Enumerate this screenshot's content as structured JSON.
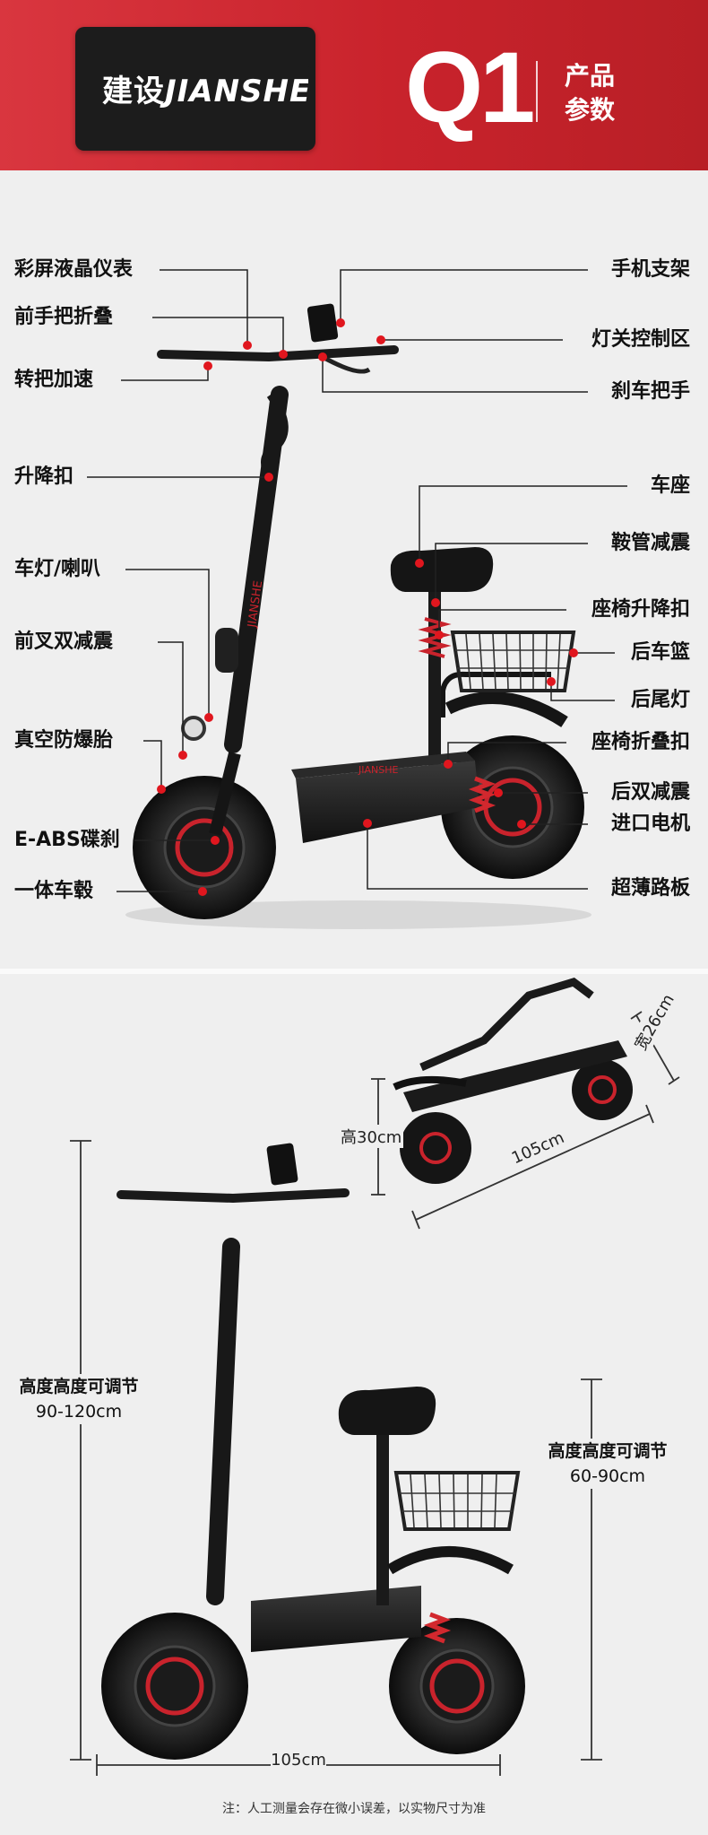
{
  "header": {
    "brand_cn": "建设",
    "brand_en": "JIANSHE",
    "model": "Q1",
    "params_line1": "产品",
    "params_line2": "参数"
  },
  "callouts_left": [
    {
      "id": "lcd",
      "label": "彩屏液晶仪表"
    },
    {
      "id": "fold_handle",
      "label": "前手把折叠"
    },
    {
      "id": "throttle",
      "label": "转把加速"
    },
    {
      "id": "lift_clamp",
      "label": "升降扣"
    },
    {
      "id": "headlight",
      "label": "车灯/喇叭"
    },
    {
      "id": "front_shock",
      "label": "前叉双减震"
    },
    {
      "id": "tire",
      "label": "真空防爆胎"
    },
    {
      "id": "eabs",
      "label": "E-ABS碟刹"
    },
    {
      "id": "hub",
      "label": "一体车毂"
    }
  ],
  "callouts_right": [
    {
      "id": "phone_holder",
      "label": "手机支架"
    },
    {
      "id": "light_switch",
      "label": "灯关控制区"
    },
    {
      "id": "brake_lever",
      "label": "刹车把手"
    },
    {
      "id": "seat",
      "label": "车座"
    },
    {
      "id": "seatpost_shock",
      "label": "鞍管减震"
    },
    {
      "id": "seat_lift",
      "label": "座椅升降扣"
    },
    {
      "id": "basket",
      "label": "后车篮"
    },
    {
      "id": "taillight",
      "label": "后尾灯"
    },
    {
      "id": "seat_fold",
      "label": "座椅折叠扣"
    },
    {
      "id": "rear_shock",
      "label": "后双减震"
    },
    {
      "id": "motor",
      "label": "进口电机"
    },
    {
      "id": "deck",
      "label": "超薄路板"
    }
  ],
  "dimensions": {
    "folded_height": "高30cm",
    "folded_width": "宽26cm",
    "folded_length": "105cm",
    "handle_height_label": "高度高度可调节",
    "handle_height_range": "90-120cm",
    "seat_height_label": "高度高度可调节",
    "seat_height_range": "60-90cm",
    "length": "105cm"
  },
  "deck_print": "JIANSHE",
  "stem_print": "JIANSHE",
  "note": "注：人工测量会存在微小误差，以实物尺寸为准",
  "colors": {
    "brand_red": "#c9232c",
    "callout_dot": "#e0161e",
    "frame": "#1a1a1a",
    "spring": "#d2282e"
  }
}
